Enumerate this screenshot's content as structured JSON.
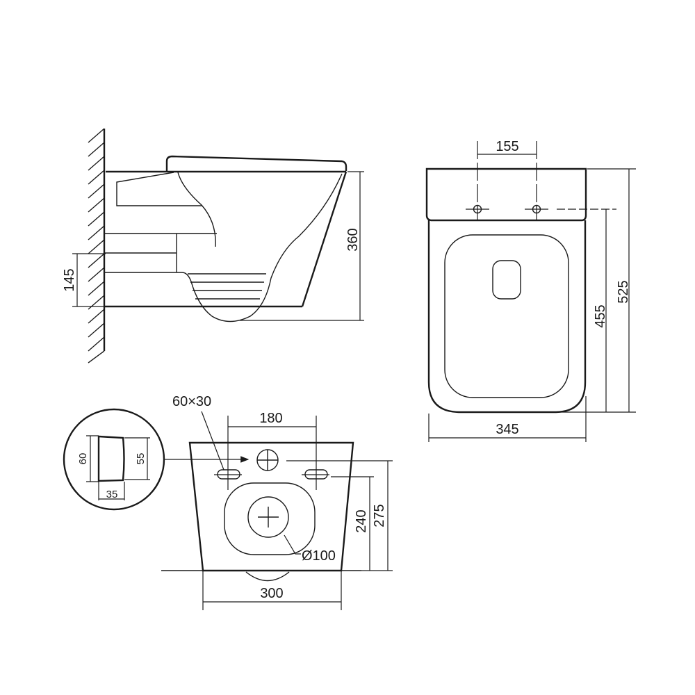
{
  "side_view": {
    "dim_height_total": "360",
    "dim_outlet_height": "145"
  },
  "top_view": {
    "dim_hinge_spacing": "155",
    "dim_length_total": "525",
    "dim_length_seat": "455",
    "dim_width": "345"
  },
  "rear_view": {
    "dim_slot_size": "60×30",
    "dim_bolt_spacing": "180",
    "dim_outlet_diameter": "Ø100",
    "dim_inlet_height": "275",
    "dim_bolt_height": "240",
    "dim_base_width": "300"
  },
  "detail_view": {
    "dim_height_outer": "60",
    "dim_height_inner": "55",
    "dim_depth": "35"
  }
}
